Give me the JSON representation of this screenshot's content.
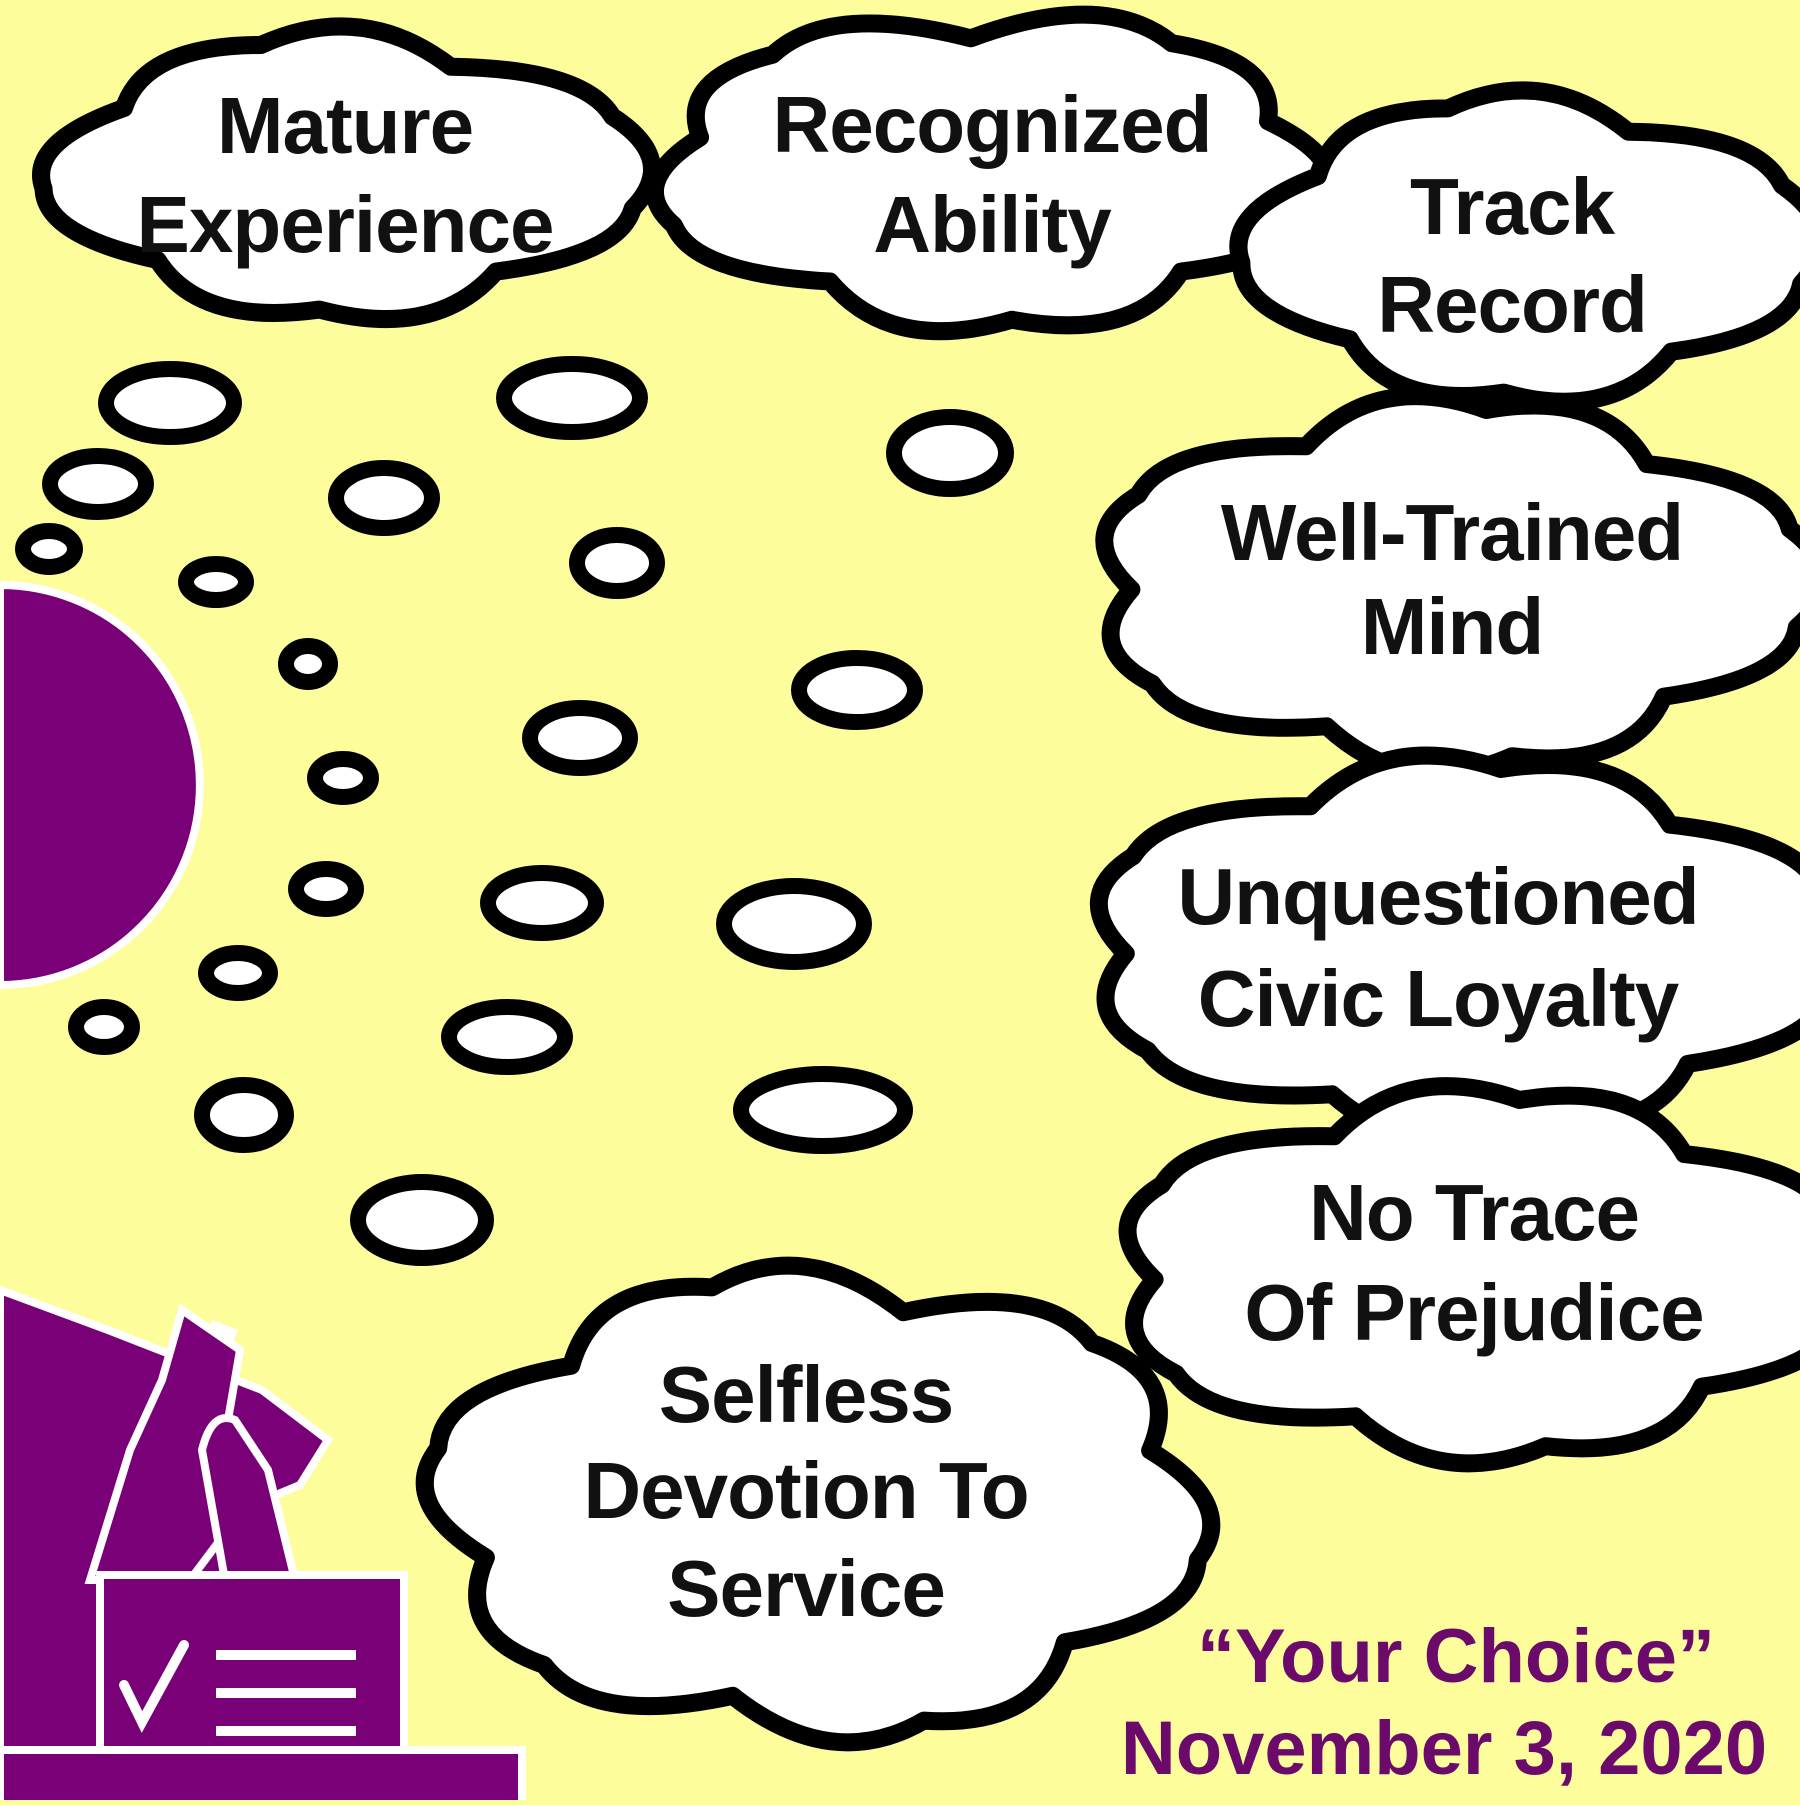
{
  "colors": {
    "background": "#fdfd9c",
    "outline": "#000000",
    "cloud_fill": "#ffffff",
    "voter_purple": "#7a0078",
    "caption_purple": "#6b0a6b"
  },
  "thoughts": [
    {
      "id": "mature-experience",
      "lines": [
        "Mature",
        "Experience"
      ]
    },
    {
      "id": "recognized-ability",
      "lines": [
        "Recognized",
        "Ability"
      ]
    },
    {
      "id": "track-record",
      "lines": [
        "Track",
        "Record"
      ]
    },
    {
      "id": "well-trained-mind",
      "lines": [
        "Well-Trained",
        "Mind"
      ]
    },
    {
      "id": "unquestioned-civic-loyalty",
      "lines": [
        "Unquestioned",
        "Civic Loyalty"
      ]
    },
    {
      "id": "no-trace-of-prejudice",
      "lines": [
        "No Trace",
        "Of Prejudice"
      ]
    },
    {
      "id": "selfless-devotion-to-service",
      "lines": [
        "Selfless",
        "Devotion To",
        "Service"
      ]
    }
  ],
  "caption": {
    "title": "“Your Choice”",
    "date": "November 3, 2020"
  },
  "icons": {
    "voter": "voter-head-icon",
    "hand": "hand-icon",
    "ballot": "ballot-icon",
    "checkmark": "checkmark-icon",
    "ballot_box": "ballot-box-icon",
    "thought_bubble": "thought-bubble-icon"
  }
}
